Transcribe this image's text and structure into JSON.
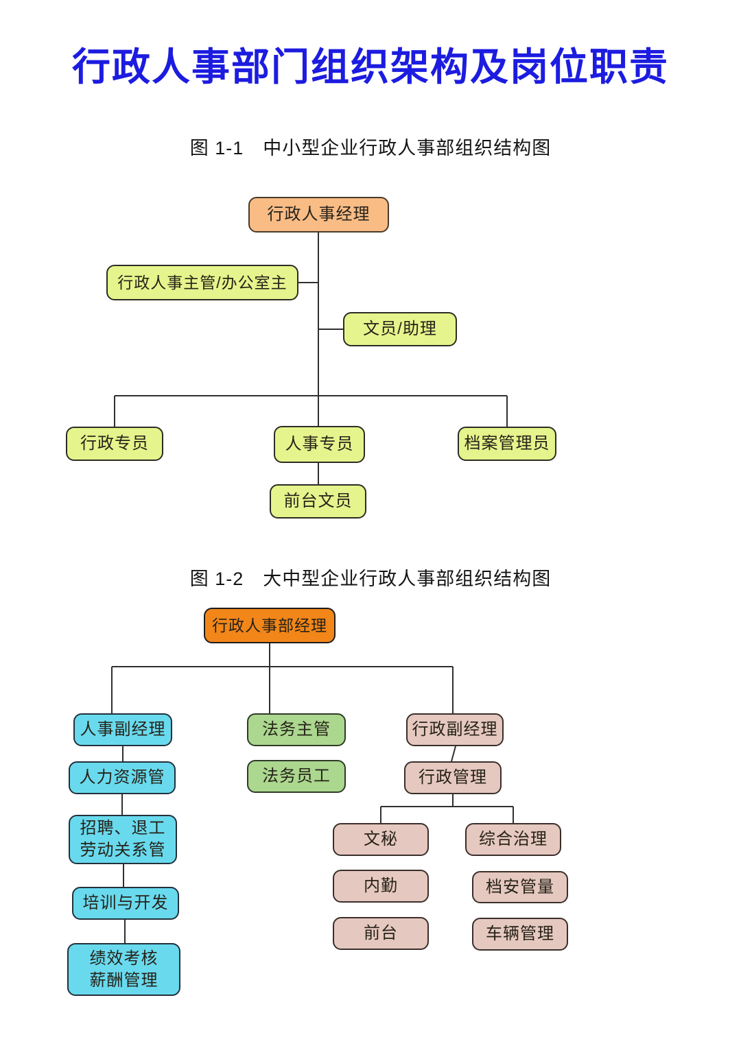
{
  "title": "行政人事部门组织架构及岗位职责",
  "title_color": "#1c1ce0",
  "connector_color": "#2f2f2f",
  "figure1": {
    "caption": "图 1-1　中小型企业行政人事部组织结构图",
    "colors": {
      "manager_fill": "#f9bc85",
      "staff_fill": "#e5f48c"
    },
    "nodes": {
      "manager": "行政人事经理",
      "supervisor": "行政人事主管/办公室主",
      "clerk_assistant": "文员/助理",
      "admin_specialist": "行政专员",
      "hr_specialist": "人事专员",
      "archives_manager": "档案管理员",
      "front_desk_clerk": "前台文员"
    }
  },
  "figure2": {
    "caption": "图 1-2　大中型企业行政人事部组织结构图",
    "colors": {
      "manager_fill": "#f28619",
      "hr_fill": "#69daee",
      "legal_fill": "#abd78f",
      "admin_fill": "#e5c8bf"
    },
    "nodes": {
      "dept_manager": "行政人事部经理",
      "hr_deputy_manager": "人事副经理",
      "hr_resource": "人力资源管",
      "recruitment_line1": "招聘、退工",
      "recruitment_line2": "劳动关系管",
      "training_development": "培训与开发",
      "performance_line1": "绩效考核",
      "performance_line2": "薪酬管理",
      "legal_supervisor": "法务主管",
      "legal_staff": "法务员工",
      "admin_deputy_manager": "行政副经理",
      "admin_management": "行政管理",
      "secretary": "文秘",
      "internal_service": "内勤",
      "front_desk": "前台",
      "comprehensive_governance": "综合治理",
      "archives": "档安管量",
      "vehicle_management": "车辆管理"
    }
  }
}
